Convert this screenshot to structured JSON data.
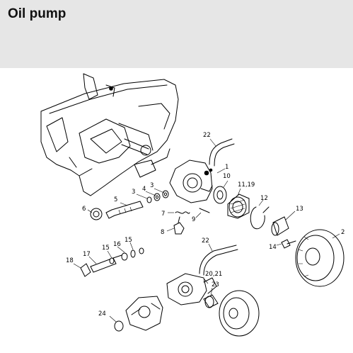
{
  "header": {
    "title": "Oil pump"
  },
  "diagram": {
    "labels": [
      {
        "id": "1",
        "text": "1"
      },
      {
        "id": "2",
        "text": "2"
      },
      {
        "id": "3a",
        "text": "3"
      },
      {
        "id": "3b",
        "text": "3"
      },
      {
        "id": "4",
        "text": "4"
      },
      {
        "id": "5",
        "text": "5"
      },
      {
        "id": "6",
        "text": "6"
      },
      {
        "id": "7",
        "text": "7"
      },
      {
        "id": "8",
        "text": "8"
      },
      {
        "id": "9",
        "text": "9"
      },
      {
        "id": "10",
        "text": "10"
      },
      {
        "id": "11_19",
        "text": "11,19"
      },
      {
        "id": "12",
        "text": "12"
      },
      {
        "id": "13",
        "text": "13"
      },
      {
        "id": "14",
        "text": "14"
      },
      {
        "id": "15a",
        "text": "15"
      },
      {
        "id": "15b",
        "text": "15"
      },
      {
        "id": "16",
        "text": "16"
      },
      {
        "id": "17",
        "text": "17"
      },
      {
        "id": "18",
        "text": "18"
      },
      {
        "id": "20_21",
        "text": "20,21"
      },
      {
        "id": "22a",
        "text": "22"
      },
      {
        "id": "22b",
        "text": "22"
      },
      {
        "id": "23",
        "text": "23"
      },
      {
        "id": "24",
        "text": "24"
      }
    ]
  }
}
